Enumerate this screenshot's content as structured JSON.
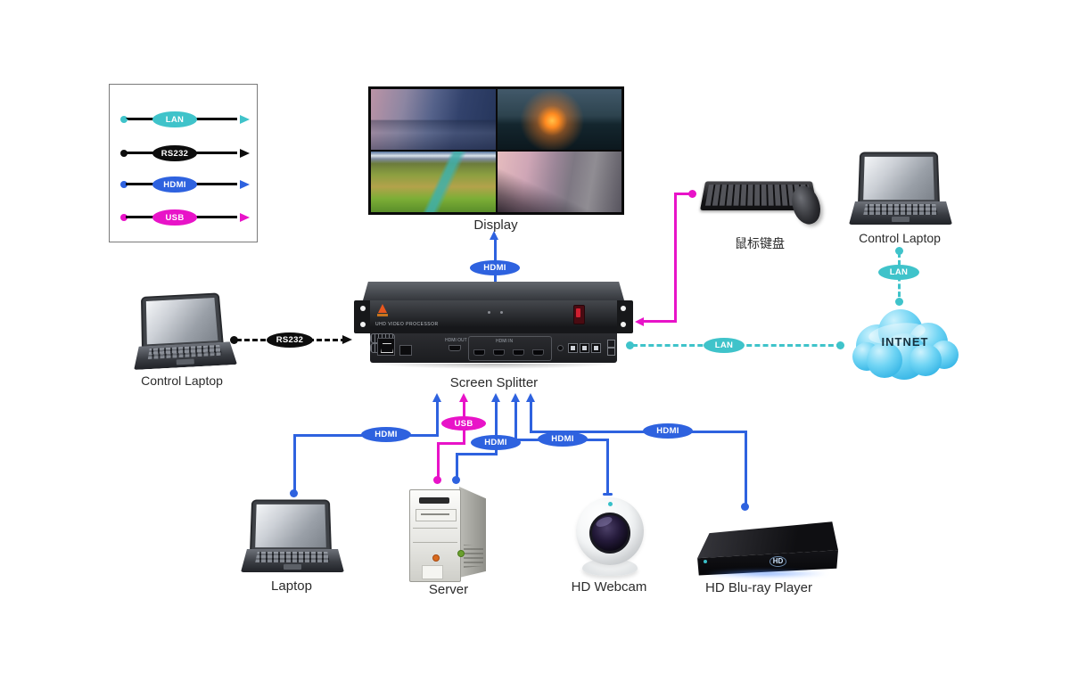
{
  "colors": {
    "hdmi": "#2e62df",
    "usb": "#e813c8",
    "lan": "#3fc3ca",
    "rs232": "#0d0d0d",
    "cloud": "#45c6ee"
  },
  "legend": {
    "items": [
      {
        "label": "LAN",
        "color": "#3fc3ca",
        "line_style": "dashed"
      },
      {
        "label": "RS232",
        "color": "#0d0d0d",
        "line_style": "dashed"
      },
      {
        "label": "HDMI",
        "color": "#2e62df",
        "line_style": "solid"
      },
      {
        "label": "USB",
        "color": "#e813c8",
        "line_style": "solid"
      }
    ]
  },
  "labels": {
    "lan": "LAN",
    "rs232": "RS232",
    "hdmi": "HDMI",
    "usb": "USB"
  },
  "devices": {
    "display": {
      "label": "Display"
    },
    "keyboard_mouse": {
      "label": "鼠标键盘"
    },
    "control_laptop_top": {
      "label": "Control Laptop"
    },
    "cloud": {
      "label": "INTNET"
    },
    "control_laptop_left": {
      "label": "Control Laptop"
    },
    "screen_splitter": {
      "label": "Screen Splitter",
      "front_text": "UHD VIDEO PROCESSOR",
      "hdmi_out_label": "HDMI OUT",
      "hdmi_in_label": "HDMI IN"
    },
    "laptop": {
      "label": "Laptop"
    },
    "server": {
      "label": "Server"
    },
    "webcam": {
      "label": "HD Webcam"
    },
    "bluray": {
      "label": "HD Blu-ray Player",
      "logo": "HD"
    }
  },
  "connections": [
    {
      "from": "Screen Splitter",
      "to": "Display",
      "type": "HDMI"
    },
    {
      "from": "鼠标键盘",
      "to": "Screen Splitter",
      "type": "USB"
    },
    {
      "from": "Control Laptop (left)",
      "to": "Screen Splitter",
      "type": "RS232"
    },
    {
      "from": "Screen Splitter",
      "to": "INTNET",
      "type": "LAN"
    },
    {
      "from": "INTNET",
      "to": "Control Laptop (top)",
      "type": "LAN"
    },
    {
      "from": "Laptop",
      "to": "Screen Splitter",
      "type": "HDMI"
    },
    {
      "from": "Server",
      "to": "Screen Splitter",
      "type": "USB"
    },
    {
      "from": "Server",
      "to": "Screen Splitter",
      "type": "HDMI"
    },
    {
      "from": "HD Webcam",
      "to": "Screen Splitter",
      "type": "HDMI"
    },
    {
      "from": "HD Blu-ray Player",
      "to": "Screen Splitter",
      "type": "HDMI"
    }
  ]
}
